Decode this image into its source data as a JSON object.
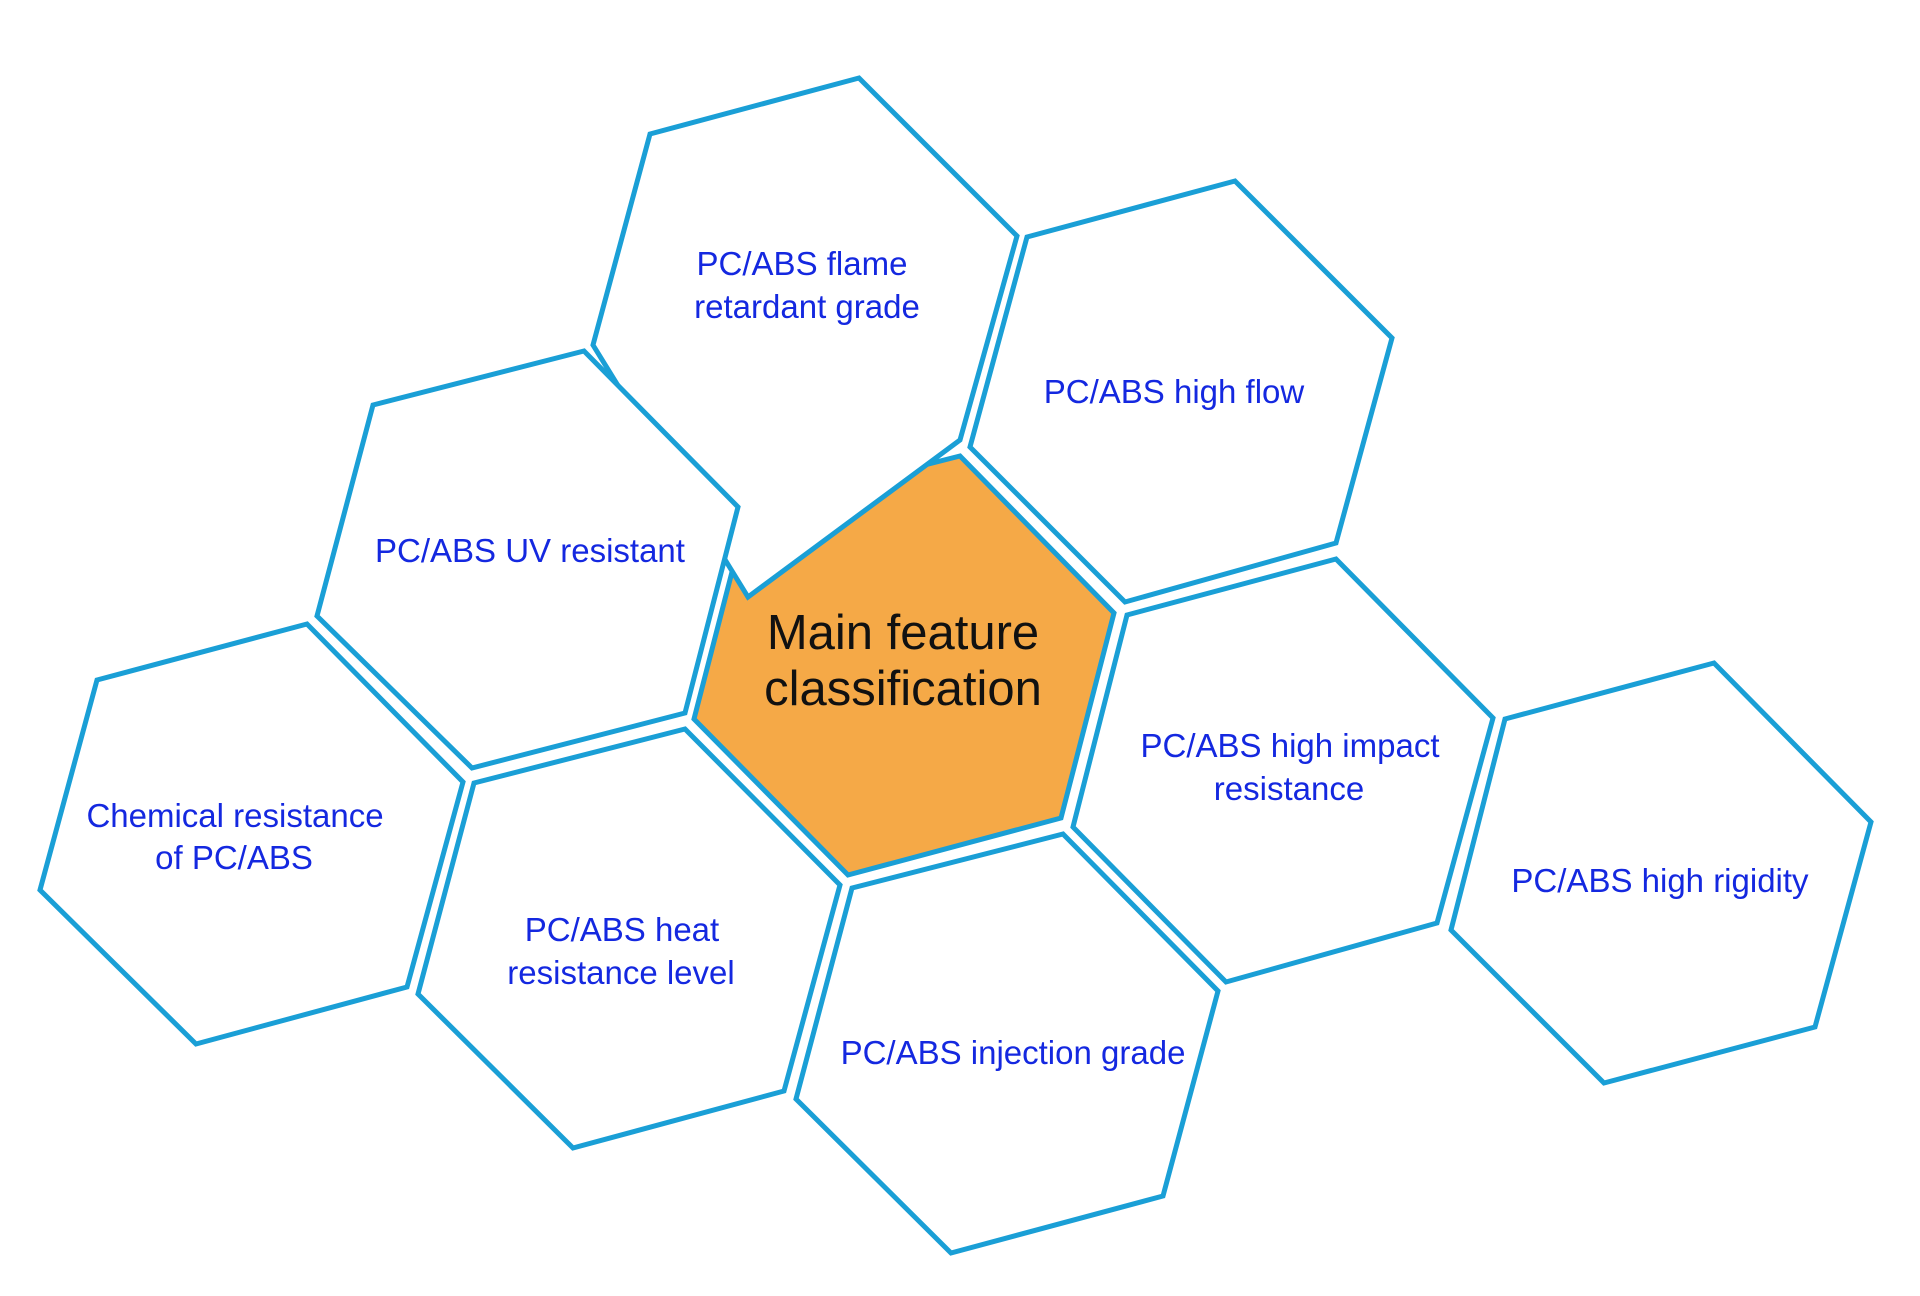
{
  "diagram": {
    "title": "PC/ABS main feature classification",
    "colors": {
      "hex_stroke": "#1A9FD6",
      "center_fill": "#F5A947",
      "label_text": "#1428E0",
      "center_text": "#111111",
      "background": "#FFFFFF"
    },
    "center": {
      "lines": [
        "Main feature",
        "classification"
      ]
    },
    "categories": [
      {
        "id": "flame-retardant",
        "lines": [
          "PC/ABS flame",
          "retardant grade"
        ]
      },
      {
        "id": "high-flow",
        "lines": [
          "PC/ABS high flow"
        ]
      },
      {
        "id": "uv-resistant",
        "lines": [
          "PC/ABS UV resistant"
        ]
      },
      {
        "id": "high-impact",
        "lines": [
          "PC/ABS high impact",
          "resistance"
        ]
      },
      {
        "id": "chemical-resistance",
        "lines": [
          "Chemical resistance",
          "of PC/ABS"
        ]
      },
      {
        "id": "heat-resistance",
        "lines": [
          "PC/ABS heat",
          "resistance level"
        ]
      },
      {
        "id": "injection-grade",
        "lines": [
          "PC/ABS injection grade"
        ]
      },
      {
        "id": "high-rigidity",
        "lines": [
          "PC/ABS high rigidity"
        ]
      }
    ]
  }
}
